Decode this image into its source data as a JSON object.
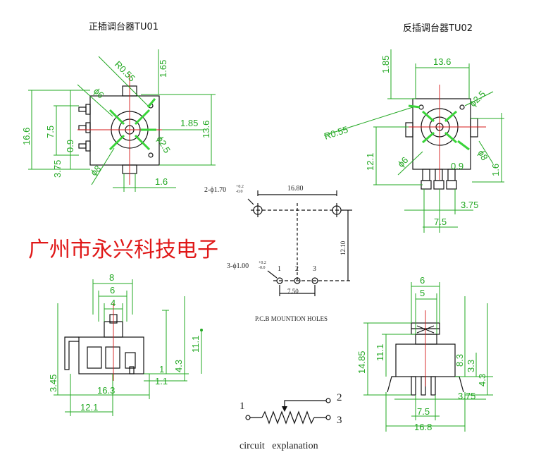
{
  "titles": {
    "left": "正插调台器TU01",
    "right": "反插调台器TU02"
  },
  "company": "广州市永兴科技电子",
  "pcb": {
    "hole2_label": "2-ϕ1.70",
    "hole2_tol_top": "+0.2",
    "hole2_tol_bot": "-0.0",
    "hole3_label": "3-ϕ1.00",
    "hole3_tol_top": "+0.2",
    "hole3_tol_bot": "-0.0",
    "spacing_top": "16.80",
    "spacing_vertical": "12.10",
    "pin_spacing": "7.50",
    "pin1": "1",
    "pin2": "2",
    "pin3": "3",
    "caption": "P.C.B MOUNTION HOLES"
  },
  "circuit": {
    "pin1": "1",
    "pin2": "2",
    "pin3": "3",
    "caption": "circuit   explanation"
  },
  "tl_dims": {
    "r055": "R0.55",
    "d6": "ϕ6",
    "d165": "1.65",
    "h166": "16.6",
    "h75": "7.5",
    "h09": "0.9",
    "h375": "3.75",
    "d185": "1.85",
    "d136": "13.6",
    "d25": "ϕ2.5",
    "d8": "ϕ8",
    "d16": "1.6"
  },
  "tr_dims": {
    "d185": "1.85",
    "d136": "13.6",
    "d25": "ϕ2.5",
    "r055": "R0.55",
    "h121": "12.1",
    "d6": "ϕ6",
    "d09": "0.9",
    "d8": "ϕ8",
    "d16": "1.6",
    "d375": "3.75",
    "d75": "7.5"
  },
  "bl_dims": {
    "w8": "8",
    "w6": "6",
    "w4": "4",
    "h111": "11.1",
    "h345": "3.45",
    "h43": "4.3",
    "h1": "1",
    "h11": "1.1",
    "w163": "16.3",
    "w121": "12.1"
  },
  "br_dims": {
    "w6": "6",
    "w5": "5",
    "h1485": "14.85",
    "h111": "11.1",
    "h83": "8.3",
    "h33": "3.3",
    "h43": "4.3",
    "w375": "3.75",
    "w75": "7.5",
    "w168": "16.8"
  },
  "colors": {
    "dimension": "#22a822",
    "arrow": "#39d439",
    "outline": "#111111",
    "centerline": "#d41818",
    "company": "#e01818"
  }
}
